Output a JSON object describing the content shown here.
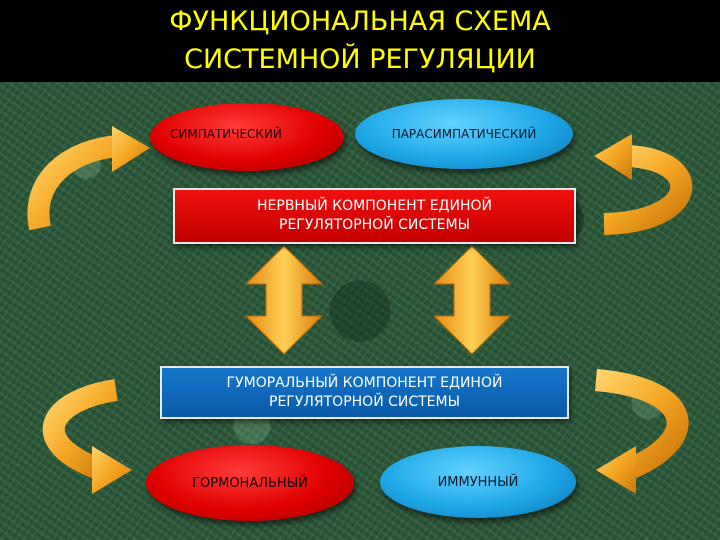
{
  "title": {
    "line1": "ФУНКЦИОНАЛЬНАЯ СХЕМА",
    "line2": "СИСТЕМНОЙ РЕГУЛЯЦИИ"
  },
  "nodes": {
    "sympathetic": "СИМПАТИЧЕСКИЙ",
    "parasympathetic": "ПАРАСИМПАТИЧЕСКИЙ",
    "nervous_line1": "НЕРВНЫЙ КОМПОНЕНТ ЕДИНОЙ",
    "nervous_line2": "РЕГУЛЯТОРНОЙ СИСТЕМЫ",
    "humoral_line1": "ГУМОРАЛЬНЫЙ КОМПОНЕНТ ЕДИНОЙ",
    "humoral_line2": "РЕГУЛЯТОРНОЙ СИСТЕМЫ",
    "hormonal": "ГОРМОНАЛЬНЫЙ",
    "immune": "ИММУННЫЙ"
  },
  "colors": {
    "title": "#ffff00",
    "red": "#e00000",
    "blue": "#1ea7e8",
    "humoral_box": "#0f66b8",
    "arrow": "#f0a21c"
  }
}
